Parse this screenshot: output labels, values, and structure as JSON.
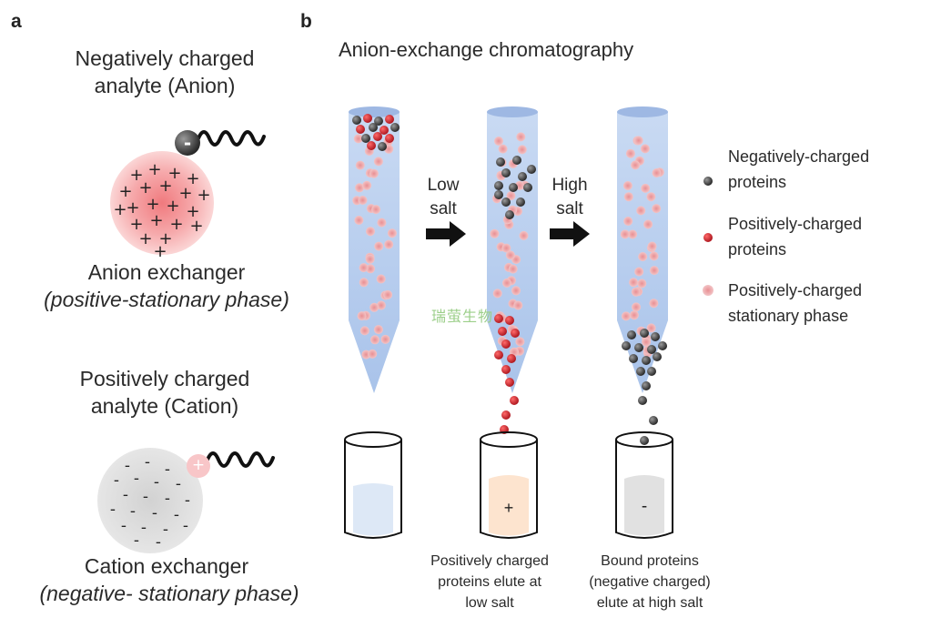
{
  "panel_a": {
    "letter": "a",
    "anion_title_line1": "Negatively charged",
    "anion_title_line2": "analyte (Anion)",
    "anion_tag_symbol": "-",
    "anion_exchanger_line1": "Anion exchanger",
    "anion_exchanger_line2": "(positive-stationary phase)",
    "cation_title_line1": "Positively charged",
    "cation_title_line2": "analyte (Cation)",
    "cation_tag_symbol": "+",
    "cation_exchanger_line1": "Cation exchanger",
    "cation_exchanger_line2": "(negative- stationary phase)"
  },
  "panel_b": {
    "letter": "b",
    "title": "Anion-exchange chromatography",
    "step1_line1": "Low",
    "step1_line2": "salt",
    "step2_line1": "High",
    "step2_line2": "salt",
    "tube2_symbol": "+",
    "tube3_symbol": "-",
    "caption1_line1": "Positively charged",
    "caption1_line2": "proteins elute at",
    "caption1_line3": "low salt",
    "caption2_line1": "Bound proteins",
    "caption2_line2": "(negative charged)",
    "caption2_line3": "elute at high salt",
    "watermark": "瑞萤生物"
  },
  "legend": {
    "item1_line1": "Negatively-charged",
    "item1_line2": "proteins",
    "item2_line1": "Positively-charged",
    "item2_line2": "proteins",
    "item3_line1": "Positively-charged",
    "item3_line2": "stationary phase"
  },
  "colors": {
    "negative_protein": "#3a3a3a",
    "positive_protein": "#c8232c",
    "stationary_phase": "#e8a0a0",
    "column_fill": "#b9cfee",
    "anion_exchanger": "#f6b4b4",
    "cation_exchanger": "#dcdcdc"
  }
}
